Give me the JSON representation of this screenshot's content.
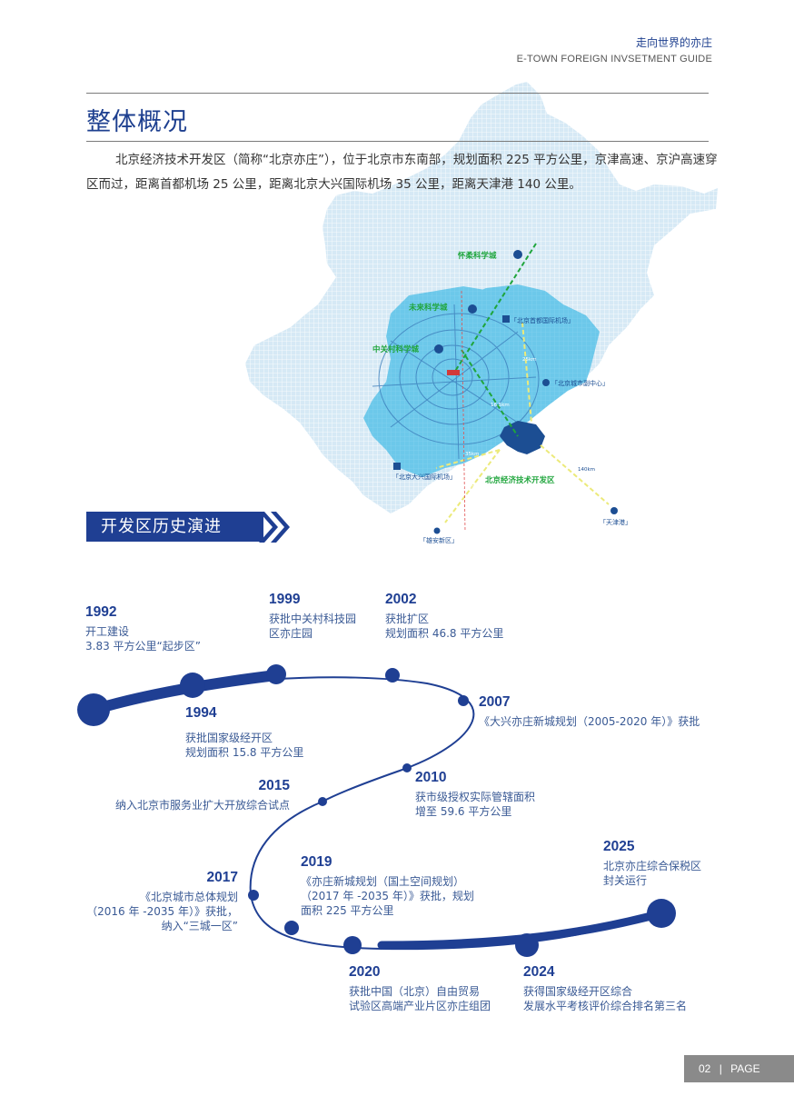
{
  "header": {
    "title_cn": "走向世界的亦庄",
    "title_en": "E-TOWN FOREIGN INVSETMENT GUIDE"
  },
  "section": {
    "title": "整体概况",
    "intro": "北京经济技术开发区（简称“北京亦庄”），位于北京市东南部，规划面积 225 平方公里，京津高速、京沪高速穿区而过，距离首都机场 25 公里，距离北京大兴国际机场 35 公里，距离天津港 140 公里。"
  },
  "map": {
    "labels": {
      "huairou": "怀柔科学城",
      "weilai": "未来科学城",
      "zhongguancun": "中关村科学城",
      "capital_airport": "「北京首都国际机场」",
      "city_sub_center": "「北京城市副中心」",
      "daxing_airport": "「北京大兴国际机场」",
      "etown": "北京经济技术开发区",
      "tianjin_port": "「天津港」",
      "xiongan": "「雄安新区」"
    },
    "distances": {
      "d1": "25km",
      "d2": "16.5km",
      "d3": "35km",
      "d4": "140km",
      "d5": "30km"
    },
    "colors": {
      "light": "#cfe4f3",
      "mid": "#5fc1e8",
      "dark": "#1c4e93",
      "green": "#1fa53c",
      "yellow": "#f4f09a"
    }
  },
  "history": {
    "banner": "开发区历史演进",
    "events": [
      {
        "year": "1992",
        "lines": [
          "开工建设",
          "3.83 平方公里“起步区”"
        ]
      },
      {
        "year": "1994",
        "lines": [
          "获批国家级经开区",
          "规划面积 15.8 平方公里"
        ]
      },
      {
        "year": "1999",
        "lines": [
          "获批中关村科技园",
          "区亦庄园"
        ]
      },
      {
        "year": "2002",
        "lines": [
          "获批扩区",
          "规划面积 46.8 平方公里"
        ]
      },
      {
        "year": "2007",
        "lines": [
          "《大兴亦庄新城规划（2005-2020 年）》获批"
        ]
      },
      {
        "year": "2010",
        "lines": [
          "获市级授权实际管辖面积",
          "增至 59.6 平方公里"
        ]
      },
      {
        "year": "2015",
        "lines": [
          "纳入北京市服务业扩大开放综合试点"
        ]
      },
      {
        "year": "2017",
        "lines": [
          "《北京城市总体规划",
          "（2016 年 -2035 年）》获批，",
          "纳入“三城一区”"
        ]
      },
      {
        "year": "2019",
        "lines": [
          "《亦庄新城规划（国土空间规划）",
          "（2017 年 -2035 年）》获批，规划",
          "面积 225 平方公里"
        ]
      },
      {
        "year": "2020",
        "lines": [
          "获批中国（北京）自由贸易",
          "试验区高端产业片区亦庄组团"
        ]
      },
      {
        "year": "2024",
        "lines": [
          "获得国家级经开区综合",
          "发展水平考核评价综合排名第三名"
        ]
      },
      {
        "year": "2025",
        "lines": [
          "北京亦庄综合保税区",
          "封关运行"
        ]
      }
    ],
    "line_color": "#1f3f93"
  },
  "footer": {
    "page_number": "02",
    "page_label": "PAGE"
  }
}
